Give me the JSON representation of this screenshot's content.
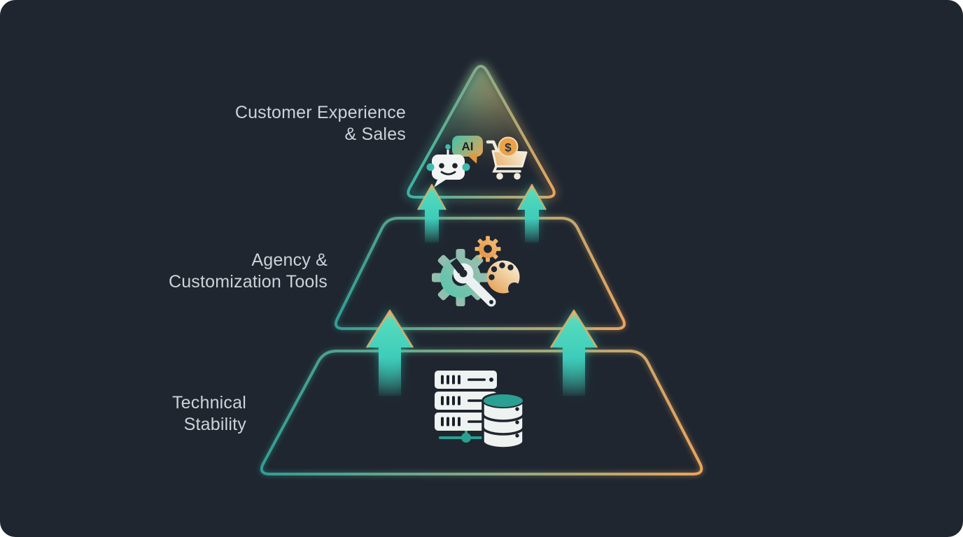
{
  "diagram": {
    "type": "pyramid",
    "tiers": [
      {
        "id": "top",
        "label_line1": "Customer Experience",
        "label_line2": "& Sales",
        "icons": [
          "robot-ai-icon",
          "shopping-cart-icon"
        ]
      },
      {
        "id": "middle",
        "label_line1": "Agency &",
        "label_line2": "Customization Tools",
        "icons": [
          "large-gear-icon",
          "small-gear-icon",
          "wrench-icon",
          "palette-icon"
        ]
      },
      {
        "id": "bottom",
        "label_line1": "Technical",
        "label_line2": "Stability",
        "icons": [
          "server-stack-icon",
          "database-icon",
          "network-node-icon"
        ]
      }
    ],
    "badges": {
      "ai": "AI",
      "currency": "$"
    },
    "colors": {
      "background": "#1f2630",
      "teal_stroke": "#2f9e94",
      "orange_stroke": "#eda45c",
      "arrow_teal": "#3ed0bb",
      "icon_light": "#eef2f0",
      "text": "#ccd3d7"
    }
  }
}
